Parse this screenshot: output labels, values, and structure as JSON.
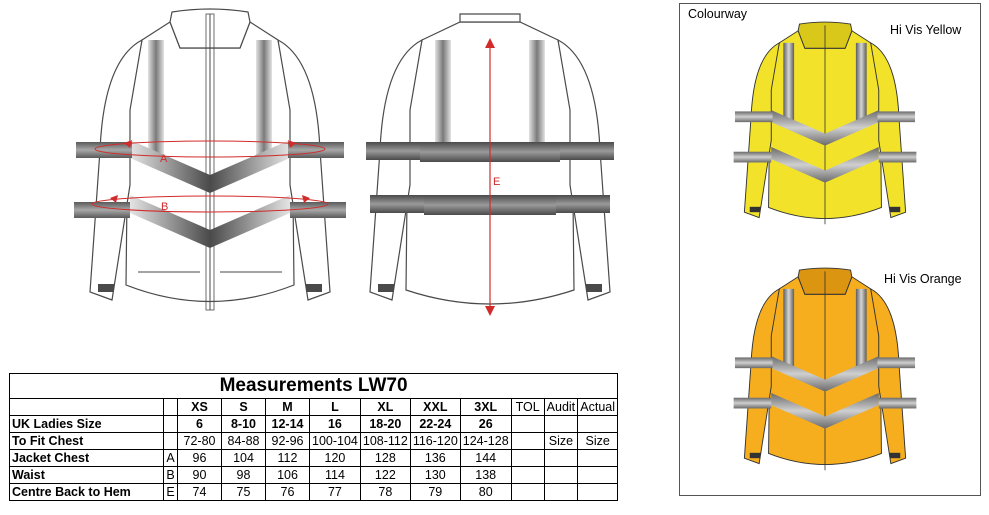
{
  "diagram": {
    "labels": {
      "a": "A",
      "b": "B",
      "e": "E"
    }
  },
  "table": {
    "title": "Measurements LW70",
    "sizes": [
      "XS",
      "S",
      "M",
      "L",
      "XL",
      "XXL",
      "3XL"
    ],
    "extra_headers": [
      "TOL",
      "Audit",
      "Actual"
    ],
    "rows": [
      {
        "label": "UK Ladies Size",
        "code": "",
        "values": [
          "6",
          "8-10",
          "12-14",
          "16",
          "18-20",
          "22-24",
          "26"
        ],
        "tol": "",
        "audit": "",
        "actual": "",
        "bold": true
      },
      {
        "label": "To Fit Chest",
        "code": "",
        "values": [
          "72-80",
          "84-88",
          "92-96",
          "100-104",
          "108-112",
          "116-120",
          "124-128"
        ],
        "tol": "",
        "audit": "Size",
        "actual": "Size",
        "bold": false
      },
      {
        "label": "Jacket Chest",
        "code": "A",
        "values": [
          "96",
          "104",
          "112",
          "120",
          "128",
          "136",
          "144"
        ],
        "tol": "",
        "audit": "",
        "actual": "",
        "bold": false
      },
      {
        "label": "Waist",
        "code": "B",
        "values": [
          "90",
          "98",
          "106",
          "114",
          "122",
          "130",
          "138"
        ],
        "tol": "",
        "audit": "",
        "actual": "",
        "bold": false
      },
      {
        "label": "Centre Back to Hem",
        "code": "E",
        "values": [
          "74",
          "75",
          "76",
          "77",
          "78",
          "79",
          "80"
        ],
        "tol": "",
        "audit": "",
        "actual": "",
        "bold": false
      }
    ]
  },
  "colourway": {
    "title": "Colourway",
    "options": [
      {
        "name": "Hi Vis Yellow",
        "color": "#f2e32a",
        "shade": "#d9c81a"
      },
      {
        "name": "Hi Vis Orange",
        "color": "#f6ae1e",
        "shade": "#dc9510"
      }
    ]
  },
  "colors": {
    "outline": "#4a4a4a",
    "tape": "#6e6e6e",
    "tape_light": "#d8d8d8",
    "measure": "#d22b2b"
  }
}
